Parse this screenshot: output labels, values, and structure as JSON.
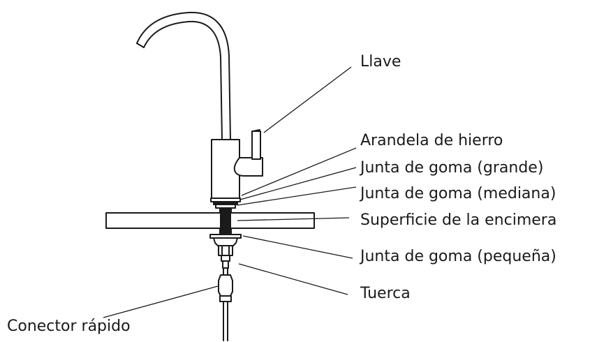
{
  "labels": {
    "llave": "Llave",
    "arandela_hierro": "Arandela de hierro",
    "junta_grande": "Junta de goma (grande)",
    "junta_mediana": "Junta de goma (mediana)",
    "superficie_encimera": "Superficie de la encimera",
    "junta_pequena": "Junta de goma (pequeña)",
    "tuerca": "Tuerca",
    "conector_rapido": "Conector rápido"
  },
  "colors": {
    "line": "#1a1a1a",
    "rubber": "#1a1a1a",
    "background": "#ffffff"
  }
}
